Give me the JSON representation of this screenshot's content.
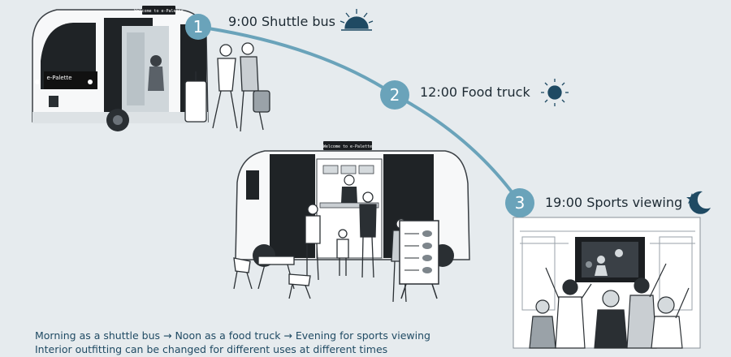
{
  "steps": [
    {
      "number": "1",
      "label": "9:00 Shuttle bus",
      "icon": "sun-rising-icon"
    },
    {
      "number": "2",
      "label": "12:00  Food truck",
      "icon": "sun-icon"
    },
    {
      "number": "3",
      "label": "19:00 Sports viewing",
      "icon": "moon-star-icon"
    }
  ],
  "signage": {
    "front_sign": "Welcome to e-Palette",
    "truck_sign": "Welcome to e-Palette",
    "bus_brand": "e-Palette"
  },
  "caption": {
    "line1": "Morning as a shuttle bus → Noon as a food truck → Evening for sports viewing",
    "line2": "Interior outfitting can be changed for different uses at different times"
  },
  "colors": {
    "background": "#e6ebee",
    "accent": "#6aa3ba",
    "text": "#1d2a33",
    "caption": "#1f4a63"
  }
}
